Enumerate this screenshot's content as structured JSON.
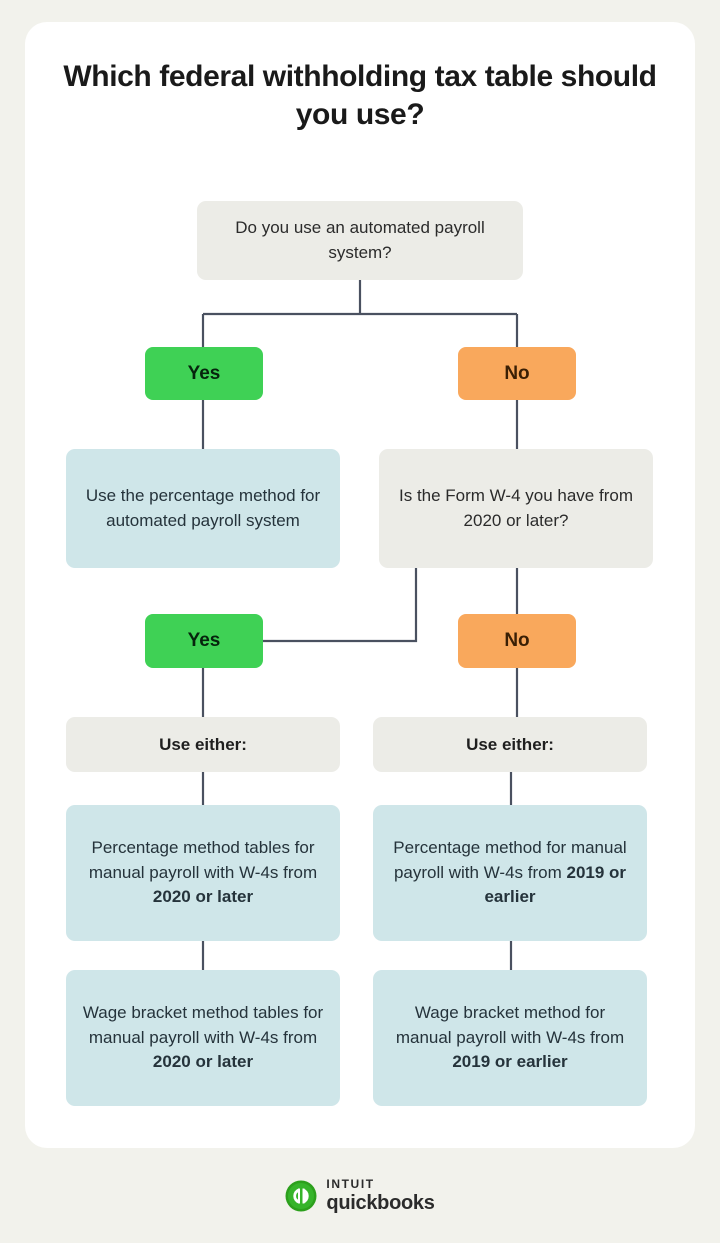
{
  "page": {
    "background_color": "#f2f2ec",
    "card_color": "#ffffff",
    "title": "Which federal withholding tax table should you use?"
  },
  "palette": {
    "question_box": "#ecece7",
    "info_box": "#cfe6e9",
    "yes_button": "#3fd155",
    "no_button": "#f9a85c",
    "connector_line": "#4a5160",
    "logo_green": "#2ca01c"
  },
  "flowchart": {
    "type": "decision-tree",
    "root_question": {
      "id": "q-automated-payroll",
      "text": "Do you use an automated payroll system?"
    },
    "branch_labels": {
      "yes": "Yes",
      "no": "No"
    },
    "level1": {
      "yes_branch": {
        "label": "Yes",
        "outcome": "Use the percentage method for automated payroll system"
      },
      "no_branch": {
        "label": "No",
        "question": "Is the Form W-4 you have from 2020 or later?"
      }
    },
    "level2": {
      "yes_branch": {
        "label": "Yes",
        "header": "Use either:",
        "options": [
          {
            "lead": "Percentage method tables for manual payroll with W-4s from ",
            "emphasis": "2020 or later"
          },
          {
            "lead": "Wage bracket method tables for manual payroll with W-4s from ",
            "emphasis": "2020 or later"
          }
        ]
      },
      "no_branch": {
        "label": "No",
        "header": "Use either:",
        "options": [
          {
            "lead": "Percentage method for manual payroll with W-4s from ",
            "emphasis": "2019 or earlier"
          },
          {
            "lead": "Wage bracket method for manual payroll with W-4s from ",
            "emphasis": "2019 or earlier"
          }
        ]
      }
    }
  },
  "footer": {
    "logo_top": "INTUIT",
    "logo_bottom": "quickbooks",
    "logo_mark_letters": "qb"
  }
}
